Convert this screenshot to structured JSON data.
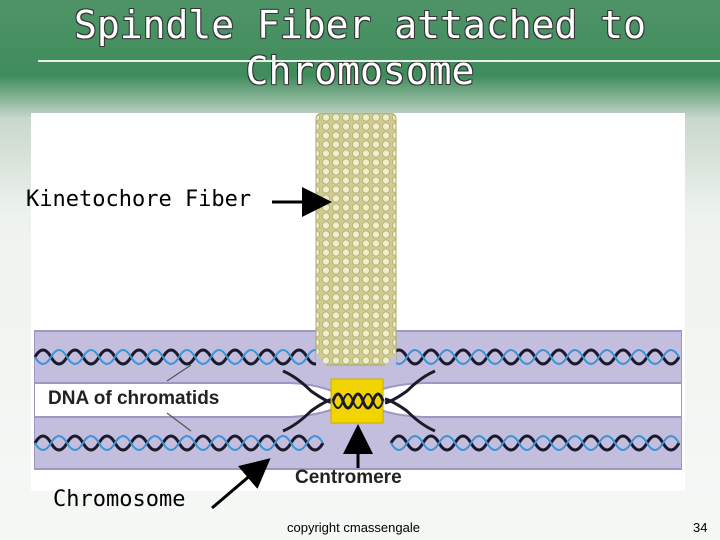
{
  "slide": {
    "title": "Spindle Fiber attached to Chromosome",
    "labels": {
      "kinetochore_fiber": "Kinetochore Fiber",
      "chromosome": "Chromosome",
      "dna_of_chromatids": "DNA of chromatids",
      "centromere": "Centromere"
    },
    "footer": {
      "copyright": "copyright cmassengale",
      "page_number": "34"
    }
  },
  "colors": {
    "chromatid_fill": "#c4bede",
    "dna_strand_dark": "#1a1a2a",
    "dna_strand_blue": "#3a93d6",
    "fiber_fill": "#d9d59a",
    "centromere_band": "#f2d400"
  }
}
